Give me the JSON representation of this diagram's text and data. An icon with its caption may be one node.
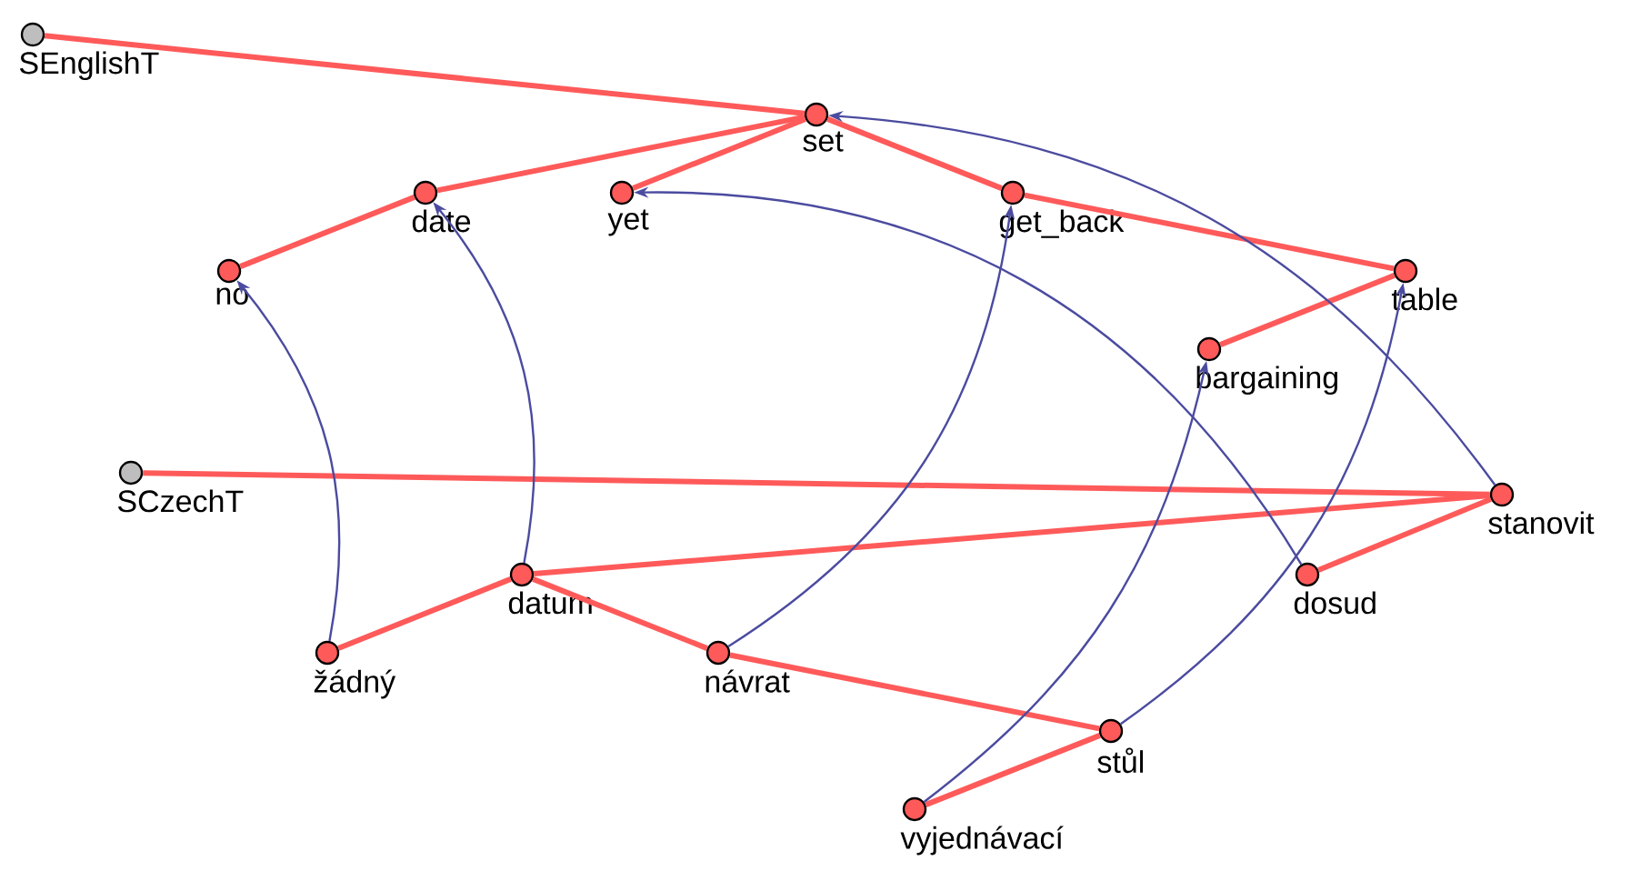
{
  "diagram": {
    "nodes": [
      {
        "text": [
          "SEnglishT"
        ]
      },
      {
        "text": [
          "set"
        ]
      },
      {
        "text": [
          "date"
        ]
      },
      {
        "text": [
          "yet"
        ]
      },
      {
        "text": [
          "get_back"
        ]
      },
      {
        "text": [
          "no"
        ]
      },
      {
        "text": [
          "table"
        ]
      },
      {
        "text": [
          "bargaining"
        ]
      },
      {
        "text": [
          "SCzechT"
        ]
      },
      {
        "text": [
          "stanovit"
        ]
      },
      {
        "text": [
          "datum"
        ]
      },
      {
        "text": [
          "dosud"
        ]
      },
      {
        "text": [
          "žádný"
        ]
      },
      {
        "text": [
          "návrat"
        ]
      },
      {
        "text": [
          "stůl"
        ]
      },
      {
        "text": [
          "vyjednávací"
        ]
      }
    ],
    "edges": [
      {
        "from": 0,
        "to": 1,
        "arrow": "none"
      },
      {
        "from": 1,
        "to": 2,
        "arrow": "none"
      },
      {
        "from": 1,
        "to": 3,
        "arrow": "none"
      },
      {
        "from": 1,
        "to": 4,
        "arrow": "none"
      },
      {
        "from": 2,
        "to": 5,
        "arrow": "none"
      },
      {
        "from": 4,
        "to": 6,
        "arrow": "none"
      },
      {
        "from": 6,
        "to": 7,
        "arrow": "none"
      },
      {
        "from": 8,
        "to": 9,
        "arrow": "none"
      },
      {
        "from": 9,
        "to": 10,
        "arrow": "none"
      },
      {
        "from": 9,
        "to": 11,
        "arrow": "none"
      },
      {
        "from": 10,
        "to": 12,
        "arrow": "none"
      },
      {
        "from": 10,
        "to": 13,
        "arrow": "none"
      },
      {
        "from": 13,
        "to": 14,
        "arrow": "none"
      },
      {
        "from": 14,
        "to": 15,
        "arrow": "none"
      },
      {
        "from": 12,
        "to": 5,
        "arrow": "to",
        "color": "#4b4ba0"
      },
      {
        "from": 10,
        "to": 2,
        "arrow": "to",
        "color": "#4b4ba0"
      },
      {
        "from": 13,
        "to": 4,
        "arrow": "to",
        "color": "#4b4ba0"
      },
      {
        "from": 11,
        "to": 3,
        "arrow": "to",
        "color": "#4b4ba0"
      },
      {
        "from": 9,
        "to": 1,
        "arrow": "to",
        "color": "#4b4ba0"
      },
      {
        "from": 15,
        "to": 7,
        "arrow": "to",
        "color": "#4b4ba0"
      },
      {
        "from": 14,
        "to": 6,
        "arrow": "to",
        "color": "#4b4ba0"
      }
    ]
  }
}
